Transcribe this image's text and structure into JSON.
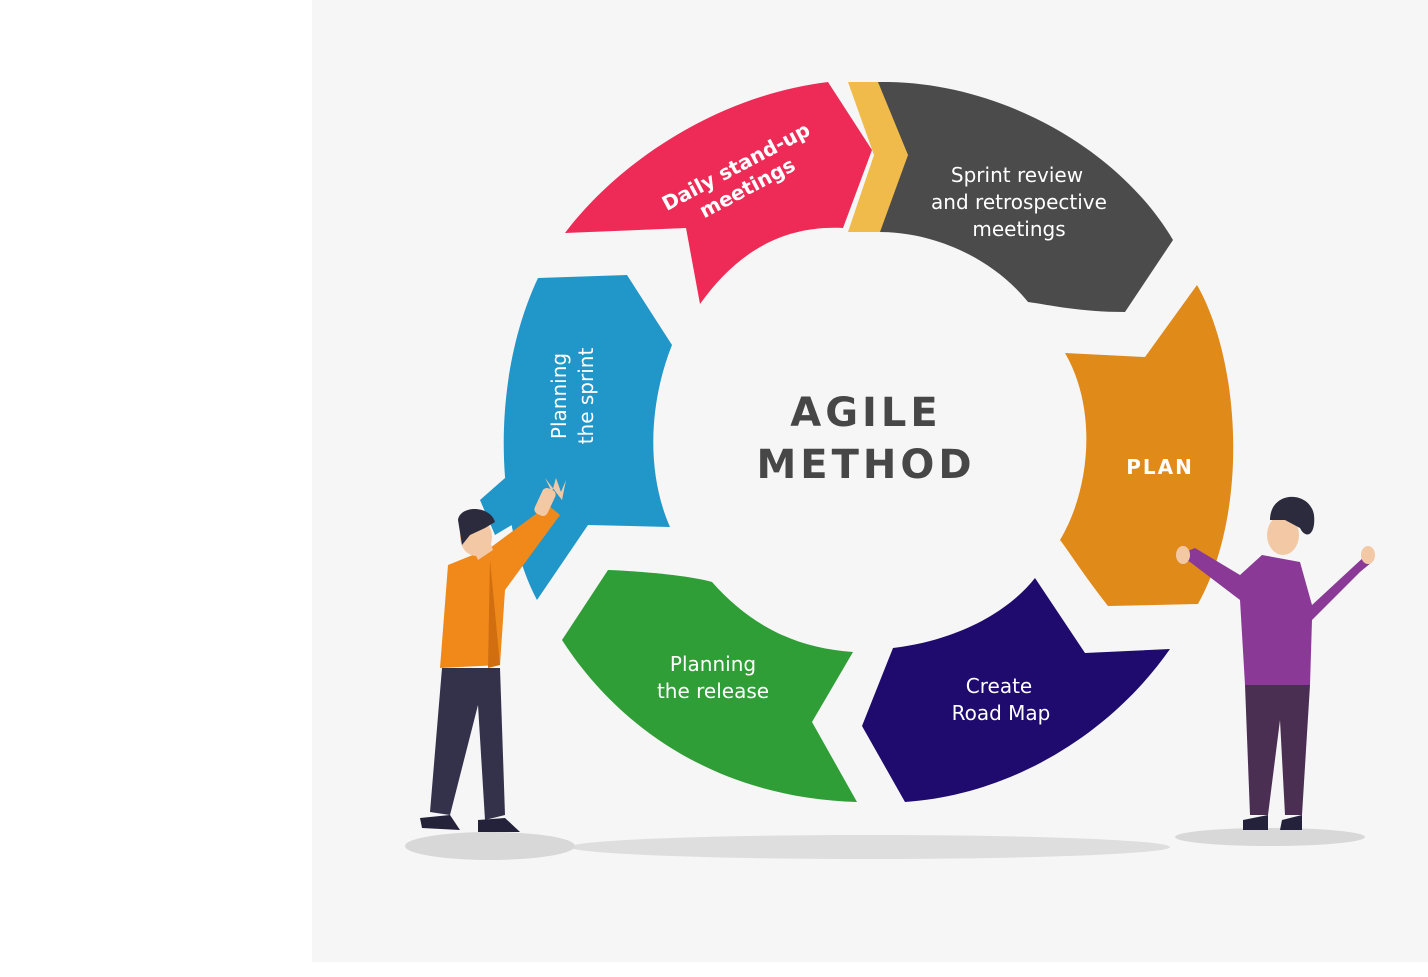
{
  "center": {
    "line1": "AGILE",
    "line2": "METHOD"
  },
  "segments": [
    {
      "id": "daily",
      "line1": "Daily stand-up",
      "line2": "meetings",
      "color": "#ee2a56"
    },
    {
      "id": "review",
      "line1": "Sprint review",
      "line2": "and retrospective",
      "line3": "meetings",
      "color": "#4b4b4b"
    },
    {
      "id": "plan",
      "line1": "PLAN",
      "color": "#e08a1a"
    },
    {
      "id": "roadmap",
      "line1": "Create",
      "line2": "Road Map",
      "color": "#1f0a6e"
    },
    {
      "id": "release",
      "line1": "Planning",
      "line2": "the release",
      "color": "#2f9e36"
    },
    {
      "id": "sprint",
      "line1": "Planning",
      "line2": "the sprint",
      "color": "#2196c9"
    }
  ],
  "accent": "#f0bb4a"
}
